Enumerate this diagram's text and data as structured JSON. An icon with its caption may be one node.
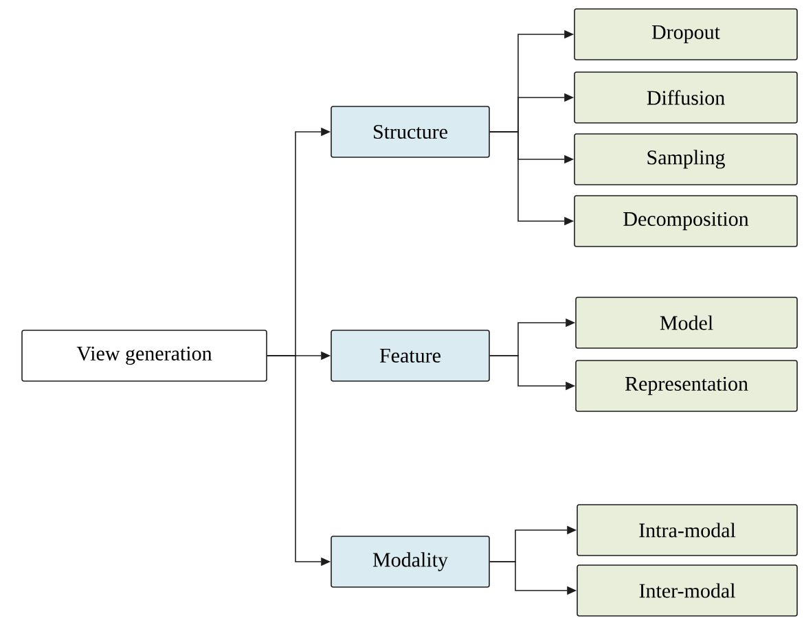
{
  "diagram": {
    "nodes": [
      {
        "text": [
          "View generation"
        ]
      },
      {
        "text": [
          "Structure"
        ]
      },
      {
        "text": [
          "Feature"
        ]
      },
      {
        "text": [
          "Modality"
        ]
      },
      {
        "text": [
          "Dropout"
        ]
      },
      {
        "text": [
          "Diffusion"
        ]
      },
      {
        "text": [
          "Sampling"
        ]
      },
      {
        "text": [
          "Decomposition"
        ]
      },
      {
        "text": [
          "Model"
        ]
      },
      {
        "text": [
          "Representation"
        ]
      },
      {
        "text": [
          "Intra-modal"
        ]
      },
      {
        "text": [
          "Inter-modal"
        ]
      }
    ],
    "edges": [
      {
        "from": 0,
        "to": 1,
        "arrow": "to"
      },
      {
        "from": 0,
        "to": 2,
        "arrow": "to"
      },
      {
        "from": 0,
        "to": 3,
        "arrow": "to"
      },
      {
        "from": 1,
        "to": 4,
        "arrow": "to"
      },
      {
        "from": 1,
        "to": 5,
        "arrow": "to"
      },
      {
        "from": 1,
        "to": 6,
        "arrow": "to"
      },
      {
        "from": 1,
        "to": 7,
        "arrow": "to"
      },
      {
        "from": 2,
        "to": 8,
        "arrow": "to"
      },
      {
        "from": 2,
        "to": 9,
        "arrow": "to"
      },
      {
        "from": 3,
        "to": 10,
        "arrow": "to"
      },
      {
        "from": 3,
        "to": 11,
        "arrow": "to"
      }
    ]
  }
}
